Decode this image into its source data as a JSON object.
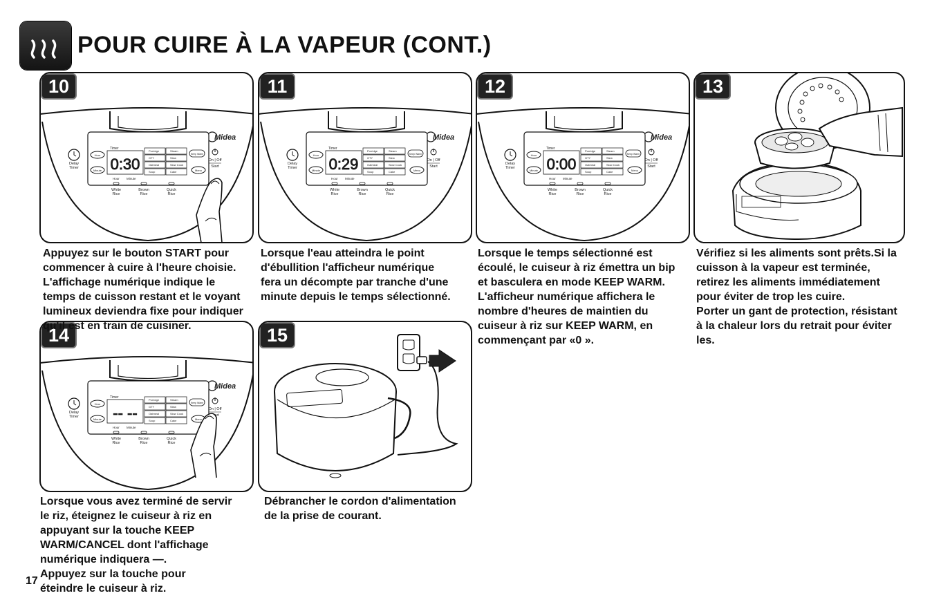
{
  "page_title": "POUR CUIRE À LA VAPEUR  (CONT.)",
  "page_number": "17",
  "panel_labels": {
    "brand": "Midea",
    "timer": "Timer",
    "delay_timer": [
      "Delay",
      "Timer"
    ],
    "hour": "Hour",
    "minute": "Minute",
    "menu": "Menu",
    "on_off": "On | Off",
    "start": "Start",
    "keep_warm": "Keep Warm",
    "programs": [
      "Porridge",
      "Steam",
      "GTY",
      "Stew",
      "Oatmeal",
      "Slow Cook",
      "Soup",
      "Cake"
    ],
    "rice_buttons": [
      [
        "White",
        "Rice"
      ],
      [
        "Brown",
        "Rice"
      ],
      [
        "Quick",
        "Rice"
      ]
    ]
  },
  "steps": [
    {
      "number": "10",
      "display": "0:30",
      "caption": [
        "Appuyez sur le bouton START pour",
        "commencer à cuire à l'heure choisie.",
        "L'affichage numérique indique le",
        "temps de cuisson restant et le voyant",
        "lumineux deviendra fixe pour indiquer",
        "qu'il est en train de cuisiner."
      ]
    },
    {
      "number": "11",
      "display": "0:29",
      "caption": [
        "Lorsque l'eau atteindra le point",
        "d'ébullition l'afficheur numérique",
        "fera un décompte par tranche d'une",
        "minute depuis le temps sélectionné."
      ]
    },
    {
      "number": "12",
      "display": "0:00",
      "caption": [
        "Lorsque le temps sélectionné est",
        "écoulé, le cuiseur à riz émettra un bip",
        "et basculera en mode KEEP WARM.",
        "L'afficheur numérique affichera le",
        "nombre d'heures de maintien du",
        "cuiseur à riz sur KEEP WARM, en",
        "commençant par «0 »."
      ]
    },
    {
      "number": "13",
      "caption": [
        "Vérifiez si les aliments sont prêts.Si la",
        "cuisson à la vapeur est terminée,",
        "retirez les aliments immédiatement",
        "pour éviter de trop les cuire.",
        "Porter un gant de protection, résistant",
        "à la chaleur lors du retrait pour éviter",
        "les."
      ]
    },
    {
      "number": "14",
      "display": "-- --",
      "caption": [
        "Lorsque vous avez terminé de servir",
        "le riz, éteignez le cuiseur à riz en",
        "appuyant sur la touche  KEEP",
        "WARM/CANCEL dont l'affichage",
        "numérique indiquera —.",
        "Appuyez sur la touche    pour",
        "éteindre  le cuiseur à riz."
      ]
    },
    {
      "number": "15",
      "caption": [
        "Débrancher le cordon d'alimentation",
        "de la prise de courant."
      ]
    }
  ]
}
